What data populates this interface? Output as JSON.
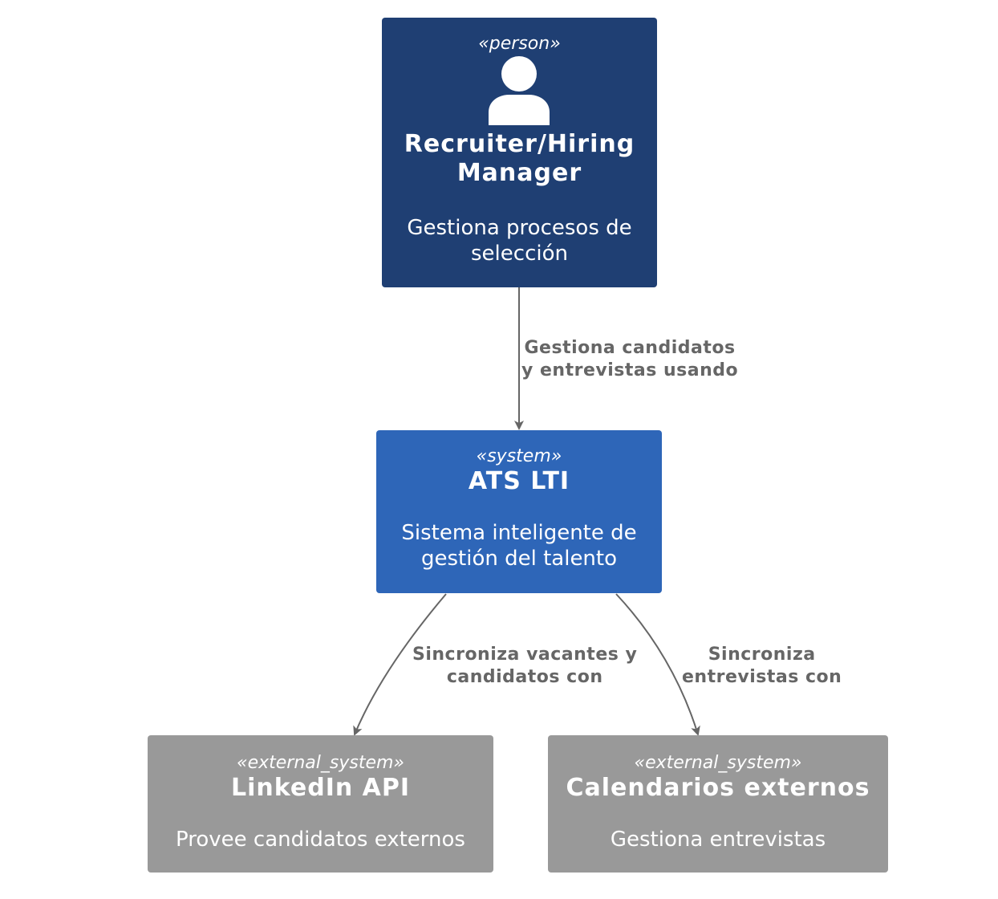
{
  "colors": {
    "person": "#1f3f73",
    "system": "#2e66b8",
    "external": "#999999",
    "edge": "#666666"
  },
  "nodes": {
    "recruiter": {
      "stereotype": "«person»",
      "icon": "person-icon",
      "title": "Recruiter/Hiring\nManager",
      "description": "Gestiona procesos de\nselección"
    },
    "ats": {
      "stereotype": "«system»",
      "title": "ATS LTI",
      "description": "Sistema inteligente de\ngestión del talento"
    },
    "linkedin": {
      "stereotype": "«external_system»",
      "title": "LinkedIn API",
      "description": "Provee candidatos externos"
    },
    "calendars": {
      "stereotype": "«external_system»",
      "title": "Calendarios externos",
      "description": "Gestiona entrevistas"
    }
  },
  "edges": {
    "recruiter_to_ats": "Gestiona candidatos\ny entrevistas usando",
    "ats_to_linkedin": "Sincroniza vacantes y\ncandidatos con",
    "ats_to_calendars": "Sincroniza\nentrevistas con"
  }
}
